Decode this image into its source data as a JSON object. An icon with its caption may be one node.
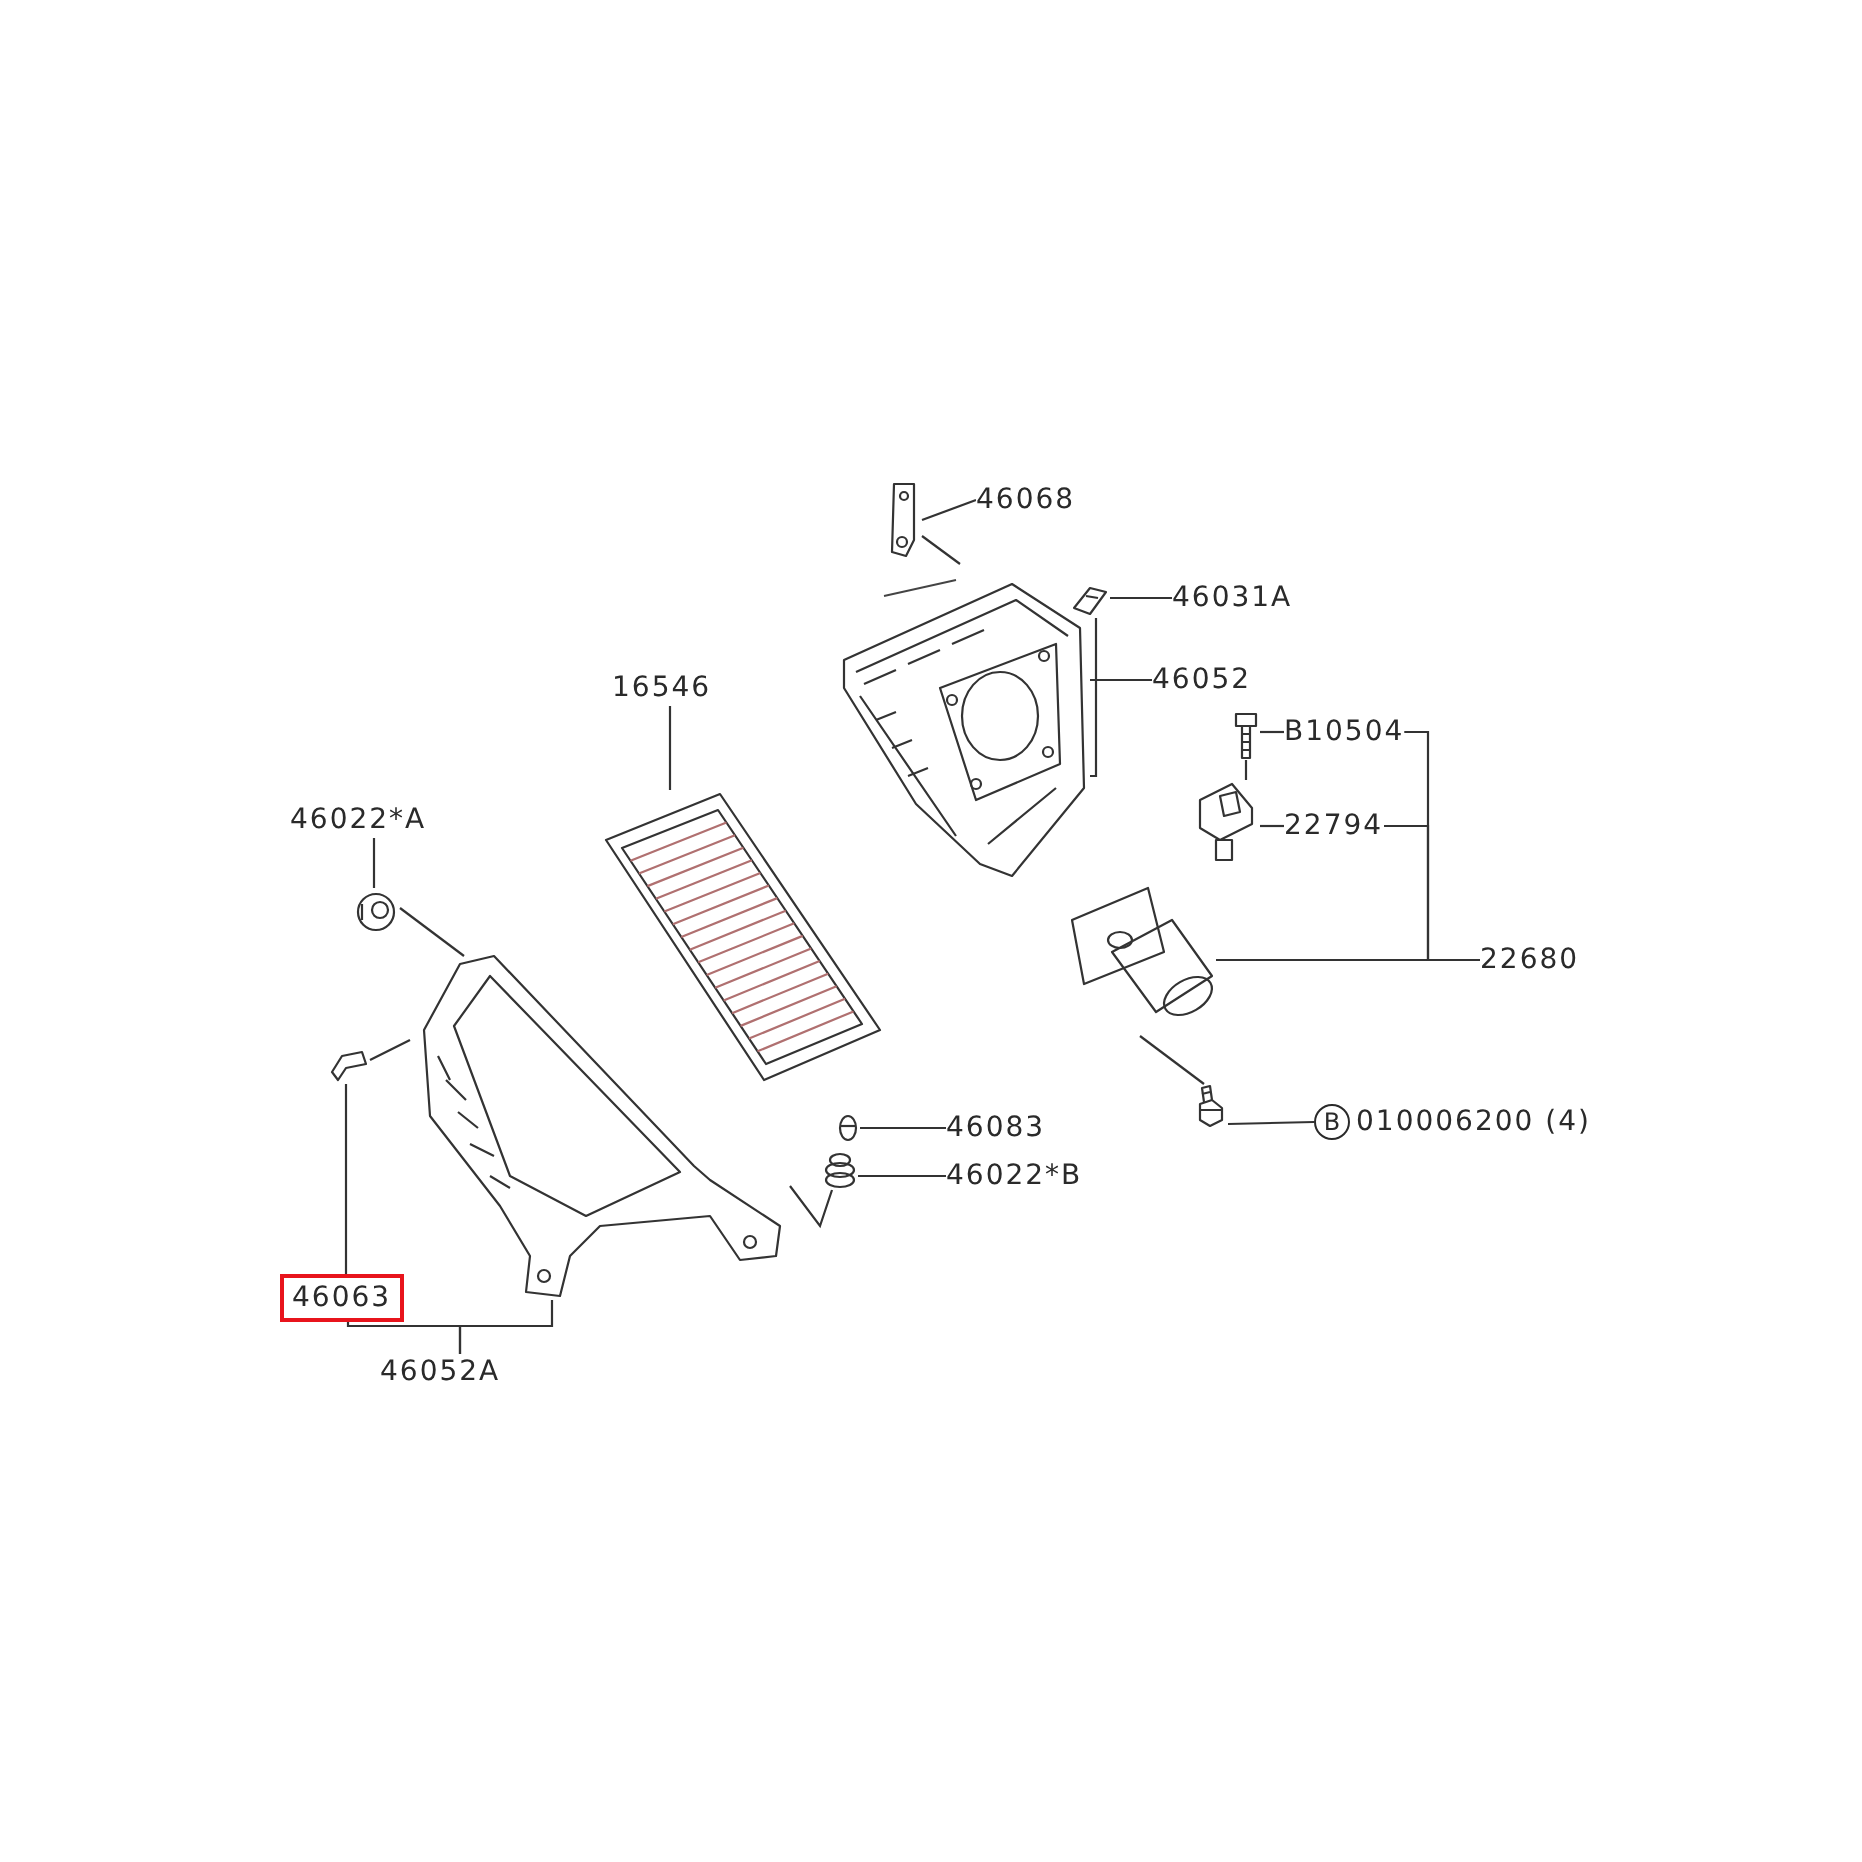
{
  "diagram": {
    "nodes": [
      {
        "text": [
          "46068"
        ]
      },
      {
        "text": [],
        "shape": "picture"
      },
      {
        "text": [
          "46031A"
        ]
      },
      {
        "text": [],
        "shape": "picture"
      },
      {
        "text": [
          "16546"
        ]
      },
      {
        "text": [
          "46052"
        ]
      },
      {
        "text": [],
        "shape": "picture"
      },
      {
        "text": [
          "B10504"
        ]
      },
      {
        "text": [],
        "shape": "picture"
      },
      {
        "text": [
          "46022*A"
        ]
      },
      {
        "text": [
          "22794"
        ]
      },
      {
        "text": [],
        "shape": "picture"
      },
      {
        "text": [],
        "shape": "picture"
      },
      {
        "text": [],
        "shape": "picture"
      },
      {
        "text": [
          "22680"
        ]
      },
      {
        "text": [],
        "shape": "picture"
      },
      {
        "text": [],
        "shape": "picture"
      },
      {
        "text": [],
        "shape": "picture"
      },
      {
        "text": [
          "46083"
        ]
      },
      {
        "text": [],
        "shape": "picture"
      },
      {
        "text": [
          "B",
          "010006200 (4)"
        ]
      },
      {
        "text": [],
        "shape": "picture"
      },
      {
        "text": [
          "46022*B"
        ]
      },
      {
        "text": [],
        "shape": "picture"
      },
      {
        "text": [
          "46063"
        ]
      },
      {
        "text": [
          "46052A"
        ]
      }
    ],
    "edges": [
      {
        "from": 0,
        "to": 1,
        "arrow": "none"
      },
      {
        "from": 2,
        "to": 3,
        "arrow": "none"
      },
      {
        "from": 5,
        "to": 6,
        "arrow": "none"
      },
      {
        "from": 4,
        "to": 12,
        "arrow": "none"
      },
      {
        "from": 7,
        "to": 8,
        "arrow": "none"
      },
      {
        "from": 10,
        "to": 11,
        "arrow": "none"
      },
      {
        "from": 14,
        "to": 15,
        "arrow": "none"
      },
      {
        "from": 20,
        "to": 21,
        "arrow": "none"
      },
      {
        "from": 9,
        "to": 13,
        "arrow": "none"
      },
      {
        "from": 18,
        "to": 19,
        "arrow": "none"
      },
      {
        "from": 22,
        "to": 23,
        "arrow": "none"
      },
      {
        "from": 24,
        "to": 17,
        "arrow": "none"
      },
      {
        "from": 25,
        "to": 16,
        "arrow": "none"
      },
      {
        "from": 3,
        "to": 6,
        "arrow": "none"
      },
      {
        "from": 16,
        "to": 23,
        "arrow": "none"
      },
      {
        "from": 16,
        "to": 17,
        "arrow": "none"
      },
      {
        "from": 8,
        "to": 11,
        "arrow": "none"
      },
      {
        "from": 13,
        "to": 16,
        "arrow": "none"
      },
      {
        "from": 1,
        "to": 6,
        "arrow": "none"
      },
      {
        "from": 15,
        "to": 21,
        "arrow": "none"
      },
      {
        "from": 25,
        "to": 24,
        "arrow": "none"
      },
      {
        "from": 14,
        "to": 7,
        "arrow": "none"
      },
      {
        "from": 14,
        "to": 10,
        "arrow": "none"
      }
    ]
  }
}
